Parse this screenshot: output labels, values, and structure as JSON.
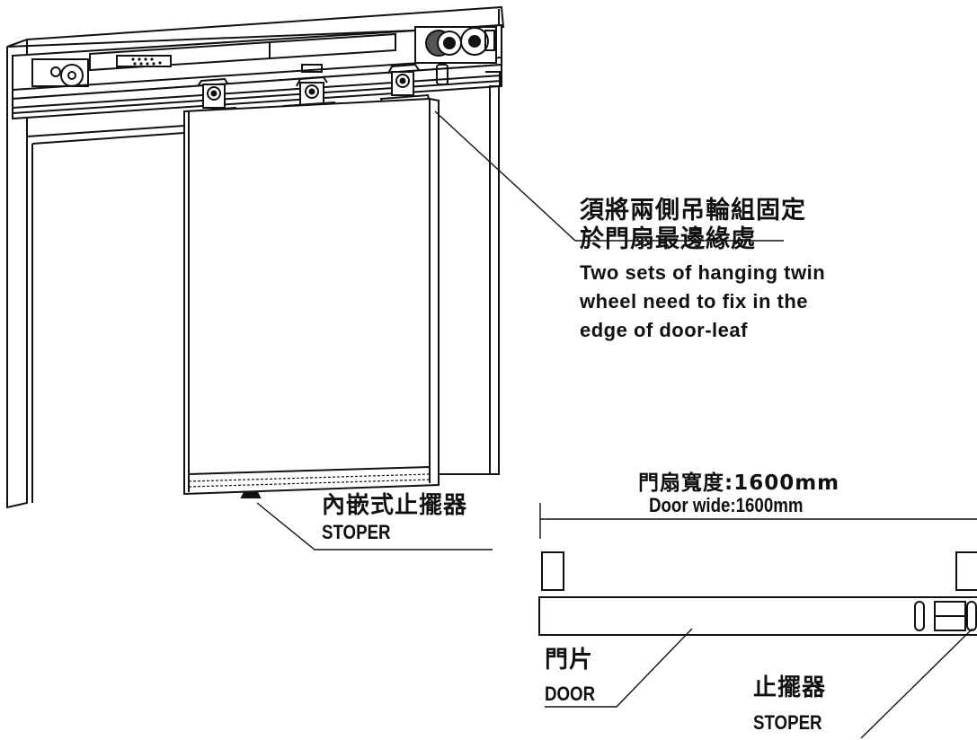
{
  "diagram": {
    "colors": {
      "line": "#111111",
      "background": "#ffffff",
      "grey": "#888888"
    },
    "top_note": {
      "zh_line1": "須將兩側吊輪組固定",
      "zh_line2": "於門扇最邊緣處",
      "en_line1": "Two sets of hanging twin",
      "en_line2": "wheel need to fix in the",
      "en_line3": "edge of door-leaf"
    },
    "inner_stopper": {
      "zh": "內嵌式止擺器",
      "en": "STOPER"
    },
    "width_dimension": {
      "zh": "門扇寬度:1600mm",
      "en": "Door  wide:1600mm"
    },
    "door_label": {
      "zh": "門片",
      "en": "DOOR"
    },
    "stopper_label": {
      "zh": "止擺器",
      "en": "STOPER"
    }
  }
}
